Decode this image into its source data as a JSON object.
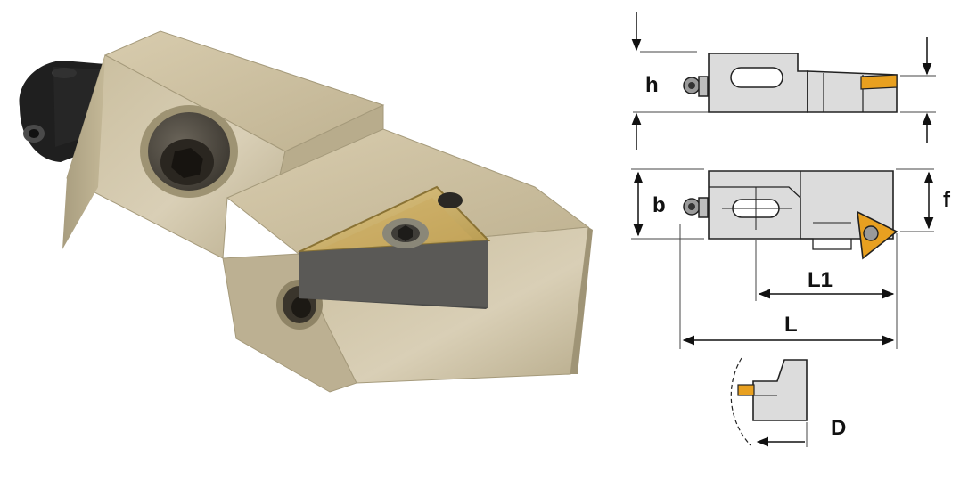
{
  "dimensions": {
    "h": "h",
    "b": "b",
    "f": "f",
    "L1": "L1",
    "L": "L",
    "D": "D"
  },
  "colors": {
    "body_gray": "#dcdcdc",
    "outline": "#222222",
    "insert_gold": "#e8a020",
    "tool_beige": "#cbbf9f",
    "screw_black": "#1f1f1f"
  }
}
